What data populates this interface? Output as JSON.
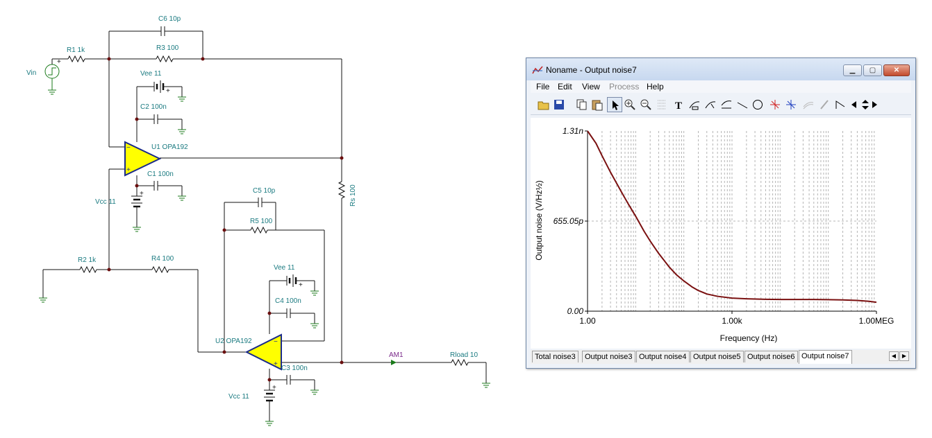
{
  "schematic": {
    "labels": {
      "vin": "Vin",
      "r1": "R1 1k",
      "c6": "C6 10p",
      "r3": "R3 100",
      "vee1": "Vee 11",
      "c2": "C2 100n",
      "u1": "U1 OPA192",
      "c1": "C1 100n",
      "vcc1": "Vcc 11",
      "c5": "C5 10p",
      "rs": "Rs 100",
      "r5": "R5 100",
      "r2": "R2 1k",
      "r4": "R4 100",
      "vee2": "Vee 11",
      "c4": "C4 100n",
      "u2": "U2 OPA192",
      "c3": "C3 100n",
      "am1": "AM1",
      "rload": "Rload 10",
      "vcc2": "Vcc 11"
    }
  },
  "window": {
    "title": "Noname - Output noise7",
    "menu": [
      {
        "label": "File",
        "enabled": true
      },
      {
        "label": "Edit",
        "enabled": true
      },
      {
        "label": "View",
        "enabled": true
      },
      {
        "label": "Process",
        "enabled": false
      },
      {
        "label": "Help",
        "enabled": true
      }
    ],
    "toolbar_icons": [
      "open-icon",
      "save-icon",
      "copy-icon",
      "paste-icon",
      "pointer-icon",
      "zoom-in-icon",
      "zoom-out-icon",
      "grid-icon",
      "text-icon",
      "curve-label-icon",
      "curve-label-2-icon",
      "curve-label-3-icon",
      "line-icon",
      "circle-icon",
      "cursor-a-icon",
      "cursor-b-icon",
      "smooth-icon",
      "pen-icon",
      "step-icon"
    ],
    "tabs": [
      {
        "label": "Total noise3",
        "active": false
      },
      {
        "label": "Output noise3",
        "active": false
      },
      {
        "label": "Output noise4",
        "active": false
      },
      {
        "label": "Output noise5",
        "active": false
      },
      {
        "label": "Output noise6",
        "active": false
      },
      {
        "label": "Output noise7",
        "active": true
      }
    ]
  },
  "chart_data": {
    "type": "line",
    "title": "",
    "xlabel": "Frequency (Hz)",
    "ylabel": "Output noise (V/Hz½)",
    "x_scale": "log",
    "xlim": [
      1,
      1000000
    ],
    "ylim": [
      0,
      1.31e-09
    ],
    "x_ticks": [
      {
        "value": 1,
        "label": "1.00"
      },
      {
        "value": 1000,
        "label": "1.00k"
      },
      {
        "value": 1000000,
        "label": "1.00MEG"
      }
    ],
    "y_ticks": [
      {
        "value": 0,
        "label": "0.00"
      },
      {
        "value": 6.5505e-10,
        "label": "655.05p"
      },
      {
        "value": 1.31e-09,
        "label": "1.31n"
      }
    ],
    "grid": true,
    "series": [
      {
        "color": "#7a1010",
        "x": [
          1,
          1.5,
          2,
          3,
          5,
          7,
          10,
          15,
          20,
          30,
          50,
          70,
          100,
          150,
          200,
          300,
          500,
          1000,
          2000,
          5000,
          10000,
          50000,
          100000,
          200000,
          400000,
          700000,
          1000000
        ],
        "y": [
          1.31e-09,
          1.22e-09,
          1.13e-09,
          1.01e-09,
          8.7e-10,
          7.8e-10,
          6.9e-10,
          5.8e-10,
          5.1e-10,
          4.2e-10,
          3.2e-10,
          2.65e-10,
          2.2e-10,
          1.75e-10,
          1.5e-10,
          1.25e-10,
          1.08e-10,
          9.5e-11,
          9e-11,
          8.6e-11,
          8.5e-11,
          8.5e-11,
          8.4e-11,
          8.2e-11,
          7.8e-11,
          7.2e-11,
          6.5e-11
        ]
      }
    ]
  }
}
